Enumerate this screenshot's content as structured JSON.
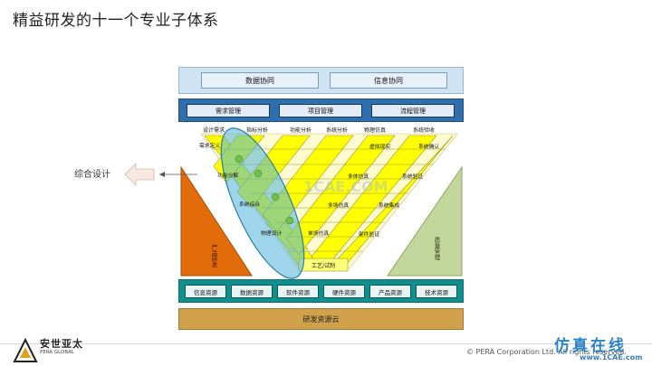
{
  "title": "精益研发的十一个专业子体系",
  "top_band": [
    "数据协同",
    "信息协同"
  ],
  "mgmt_band": [
    "需求管理",
    "项目管理",
    "流程管理"
  ],
  "resource_band": [
    "信息资源",
    "数据资源",
    "软件资源",
    "硬件资源",
    "产品资源",
    "技术资源"
  ],
  "base_band": "研发资源云",
  "side_left_label": "产品研发",
  "side_right_label": "质量管理",
  "arrow_label": "综合设计",
  "v_labels": {
    "top_row": [
      "设计需求",
      "指标分析",
      "功能分析",
      "系统分析",
      "物理仿真",
      "系统验收"
    ],
    "left_arm": [
      "需求定义",
      "功能分解",
      "系统综合",
      "物理设计",
      "单场仿真"
    ],
    "right_arm": [
      "虚拟现实",
      "多体仿真",
      "系统验证",
      "多场仿真",
      "系统集成",
      "部件验证",
      "系统确认"
    ],
    "bottom": "工艺/试制"
  },
  "watermark": "1CAE.COM",
  "footer": {
    "copyright": "© PERA Corporation Ltd. All rights reserved.",
    "logo_text": "安世亚太",
    "logo_sub": "PERA GLOBAL",
    "wm_cn": "仿真在线",
    "wm_en": "www.1CAE.com"
  },
  "colors": {
    "v_yellow": "#ffff00",
    "left_triangle": "#e36c0a",
    "right_triangle": "#c3d69b",
    "ellipse": "#4fb3d9",
    "mgmt_band": "#2f6fae",
    "resource_band": "#118f8f",
    "base_band": "#d1a04b"
  }
}
